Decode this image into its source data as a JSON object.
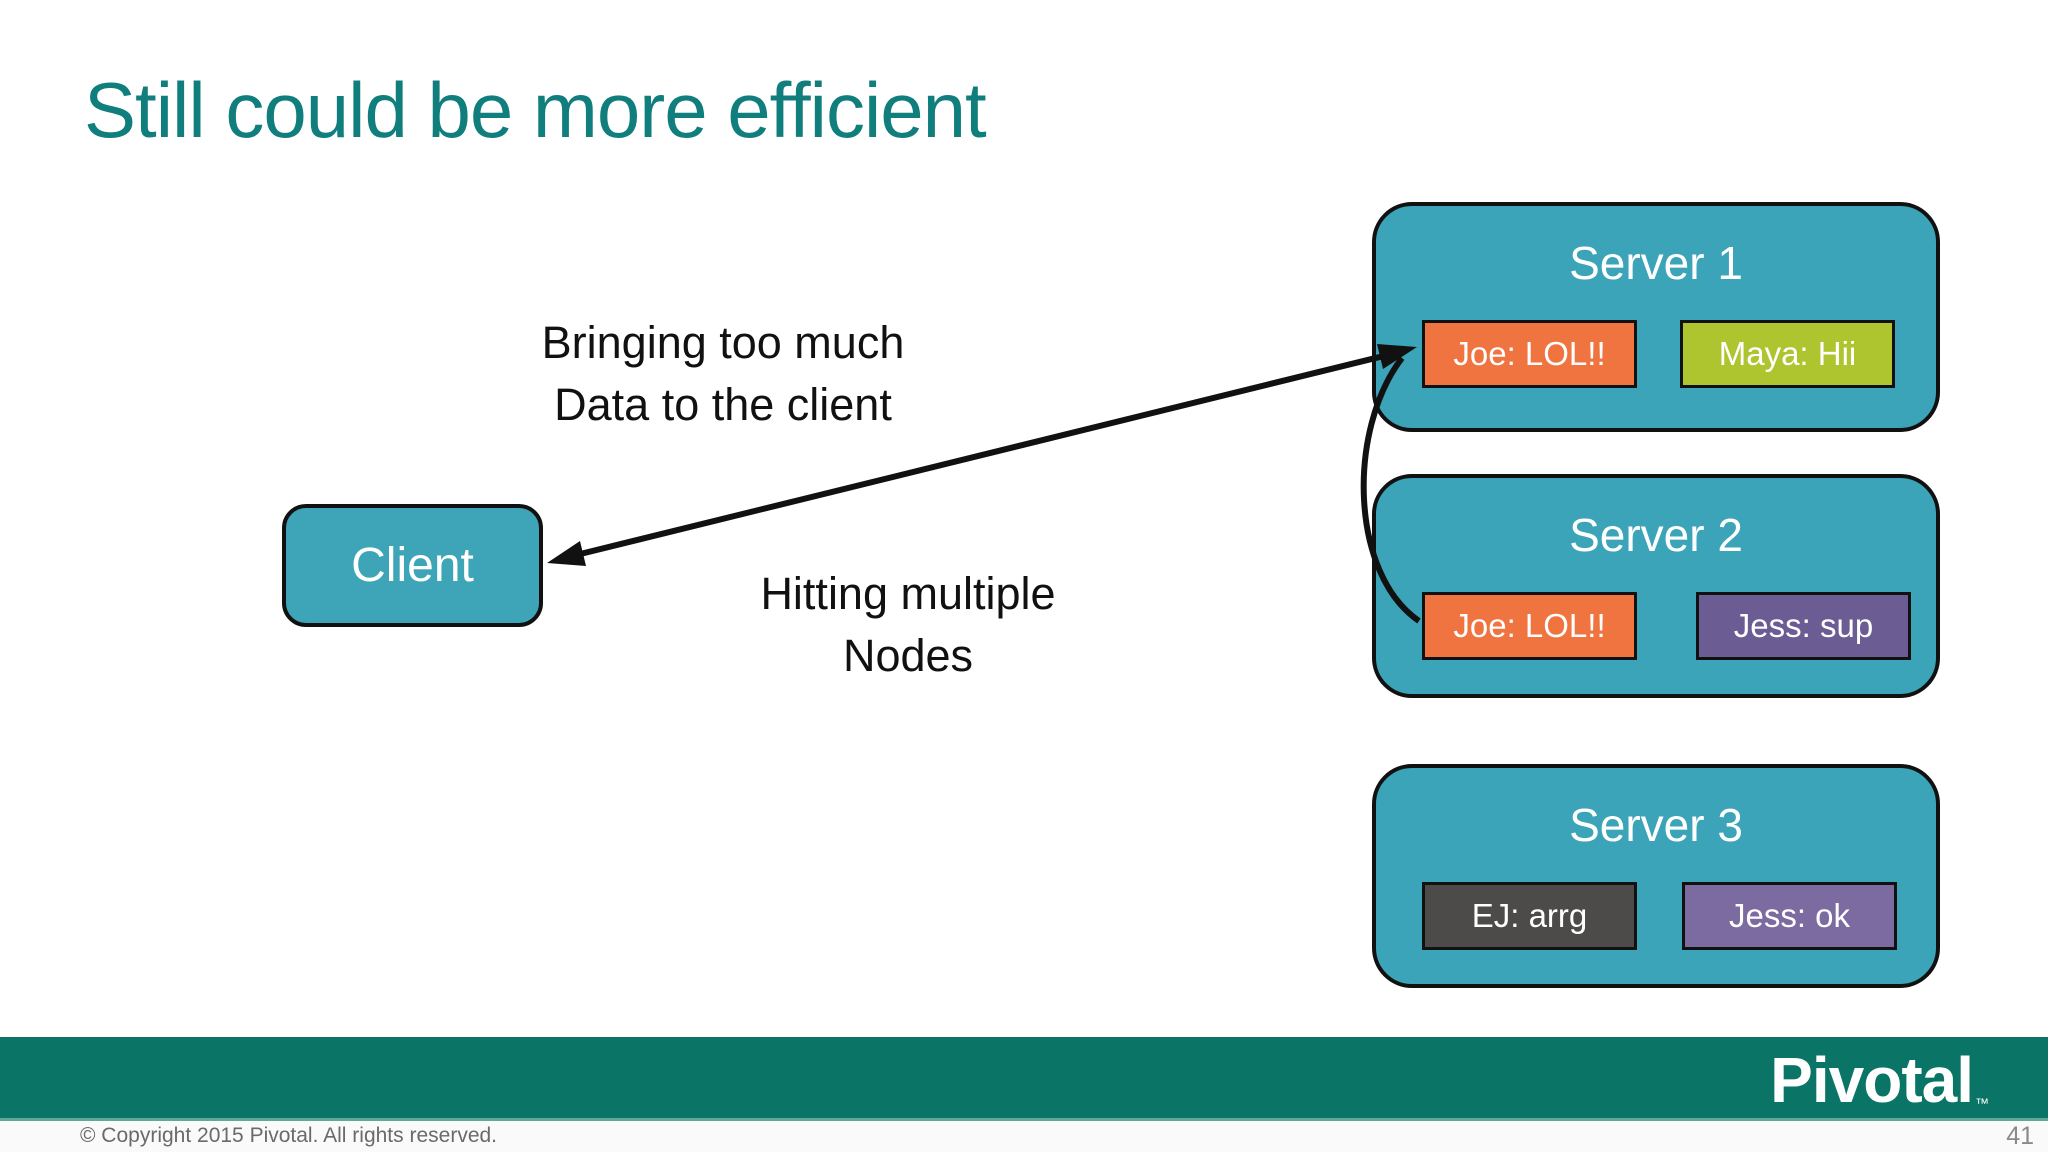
{
  "slide": {
    "title": "Still could be more efficient",
    "page_number": "41",
    "copyright": "© Copyright 2015 Pivotal. All rights reserved.",
    "logo_text": "Pivotal",
    "logo_trademark": "™"
  },
  "annotations": {
    "bringing_line1": "Bringing too much",
    "bringing_line2": "Data to the client",
    "hitting_line1": "Hitting multiple",
    "hitting_line2": "Nodes"
  },
  "client": {
    "label": "Client"
  },
  "servers": [
    {
      "name": "Server 1",
      "chips": [
        {
          "text": "Joe: LOL!!",
          "color": "#EF7440"
        },
        {
          "text": "Maya: Hii",
          "color": "#AFC52F"
        }
      ]
    },
    {
      "name": "Server 2",
      "chips": [
        {
          "text": "Joe: LOL!!",
          "color": "#EF7440"
        },
        {
          "text": "Jess: sup",
          "color": "#6B5C93"
        }
      ]
    },
    {
      "name": "Server 3",
      "chips": [
        {
          "text": "EJ: arrg",
          "color": "#4D4A4A"
        },
        {
          "text": "Jess: ok",
          "color": "#7C6BA0"
        }
      ]
    }
  ],
  "colors": {
    "title_teal": "#117E7E",
    "box_teal": "#3BA4B8",
    "footer_green": "#0A7566",
    "arrow_black": "#111111"
  }
}
